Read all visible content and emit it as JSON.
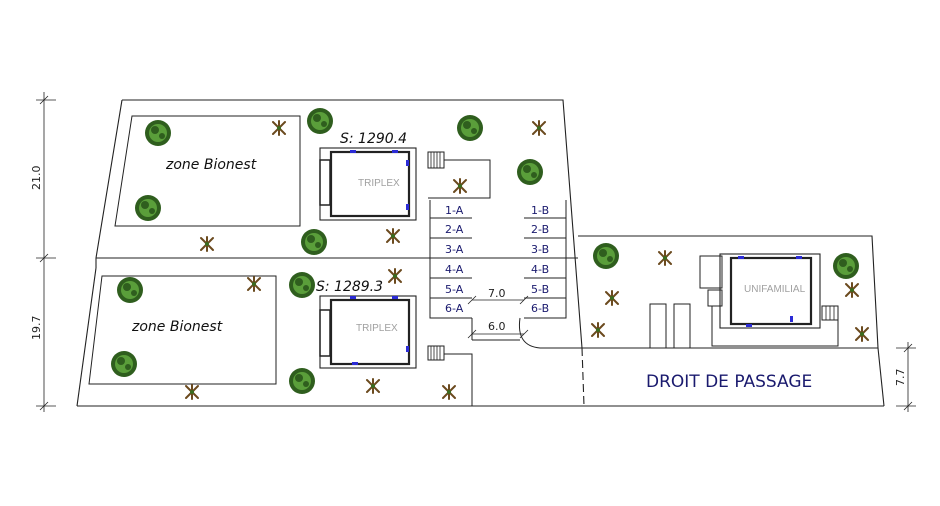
{
  "zones": {
    "bionest_1": "zone Bionest",
    "bionest_2": "zone Bionest"
  },
  "areas": {
    "lot_top": "S: 1290.4",
    "lot_bottom": "S: 1289.3"
  },
  "buildings": {
    "triplex_top": "TRIPLEX",
    "triplex_bottom": "TRIPLEX",
    "unifamilial": "UNIFAMILIAL"
  },
  "parking": {
    "left": [
      "1-A",
      "2-A",
      "3-A",
      "4-A",
      "5-A",
      "6-A"
    ],
    "right": [
      "1-B",
      "2-B",
      "3-B",
      "4-B",
      "5-B",
      "6-B"
    ]
  },
  "dimensions": {
    "lot_top_depth": "21.0",
    "lot_bottom_depth": "19.7",
    "passage_width": "7.7",
    "aisle_upper": "7.0",
    "aisle_lower": "6.0"
  },
  "right_of_way": "DROIT DE PASSAGE",
  "colors": {
    "line": "#222222",
    "label_navy": "#1a1a6e",
    "tree_dark": "#2f5e1e",
    "tree_light": "#5a9e3a",
    "shrub": "#6b4a1e",
    "door_blue": "#2b2bd6",
    "building_grey": "#a0a0a0"
  }
}
